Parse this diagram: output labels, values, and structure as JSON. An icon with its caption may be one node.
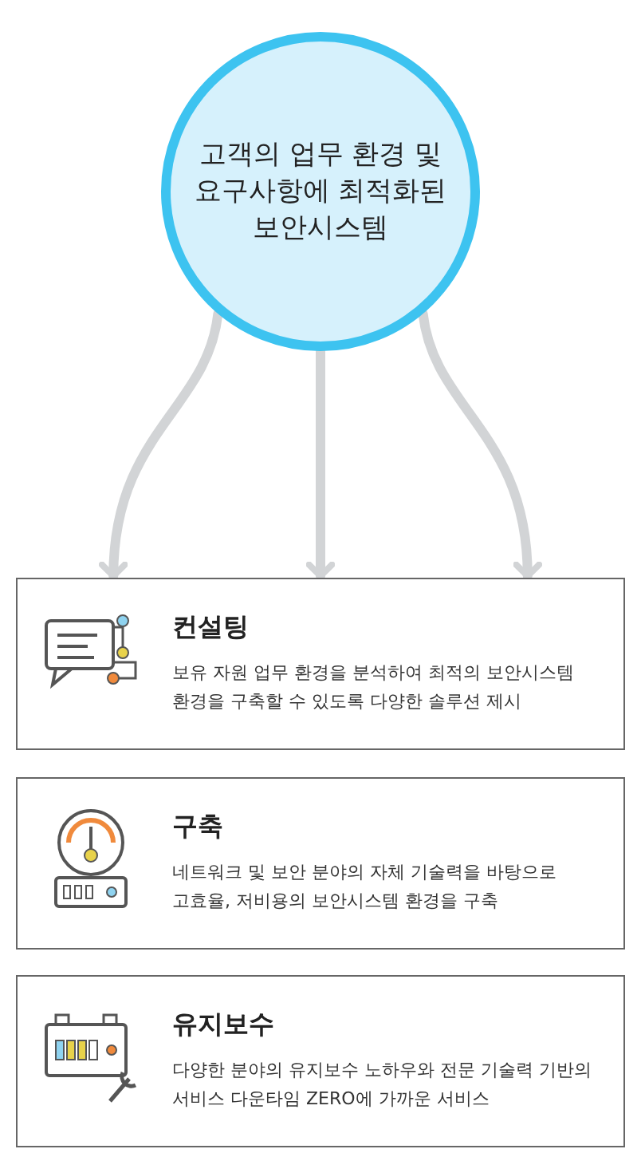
{
  "diagram": {
    "nodes": [
      {
        "text": [
          "고객의 업무 환경 및 요구사항에 최적화된 보안시스템"
        ]
      },
      {
        "text": [
          "컨설팅",
          "보유 자원 업무 환경을 분석하여 최적의 보안시스템 환경을 구축할 수 있도록 다양한 솔루션 제시"
        ]
      },
      {
        "text": [
          "구축",
          "네트워크 및 보안 분야의 자체 기술력을 바탕으로 고효율, 저비용의 보안시스템 환경을 구축"
        ]
      },
      {
        "text": [
          "유지보수",
          "다양한 분야의 유지보수 노하우와 전문 기술력 기반의 서비스 다운타임 ZERO에 가까운 서비스"
        ]
      }
    ],
    "edges": [
      {
        "from": 0,
        "to": 1,
        "arrow": "to"
      },
      {
        "from": 0,
        "to": 1,
        "arrow": "to"
      },
      {
        "from": 0,
        "to": 1,
        "arrow": "to"
      }
    ]
  }
}
